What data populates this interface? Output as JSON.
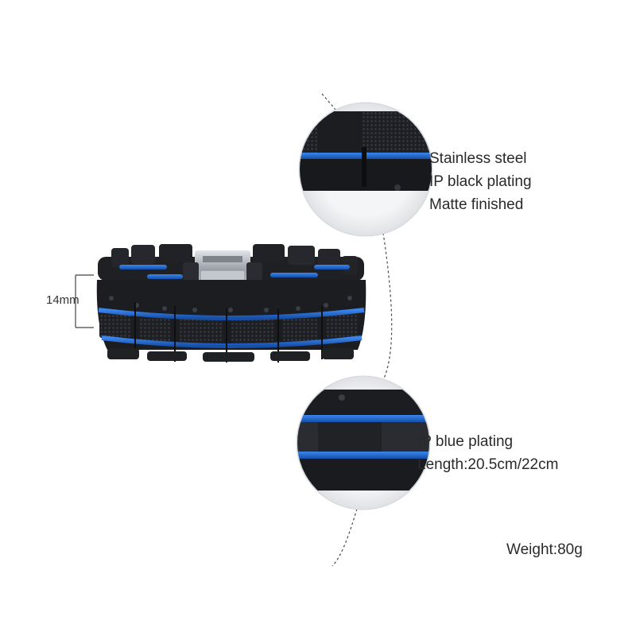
{
  "dimension": {
    "width_label": "14mm"
  },
  "callout_top": {
    "lines": [
      "Stainless steel",
      "IP black plating",
      "Matte finished"
    ]
  },
  "callout_bottom": {
    "lines": [
      "IP blue plating",
      "Length:20.5cm/22cm"
    ]
  },
  "weight": {
    "label": "Weight:80g"
  },
  "colors": {
    "background": "#ffffff",
    "link_black": "#1c1e22",
    "link_blue": "#1f5fc2",
    "steel": "#a7acb2",
    "text": "#2a2a2a"
  }
}
